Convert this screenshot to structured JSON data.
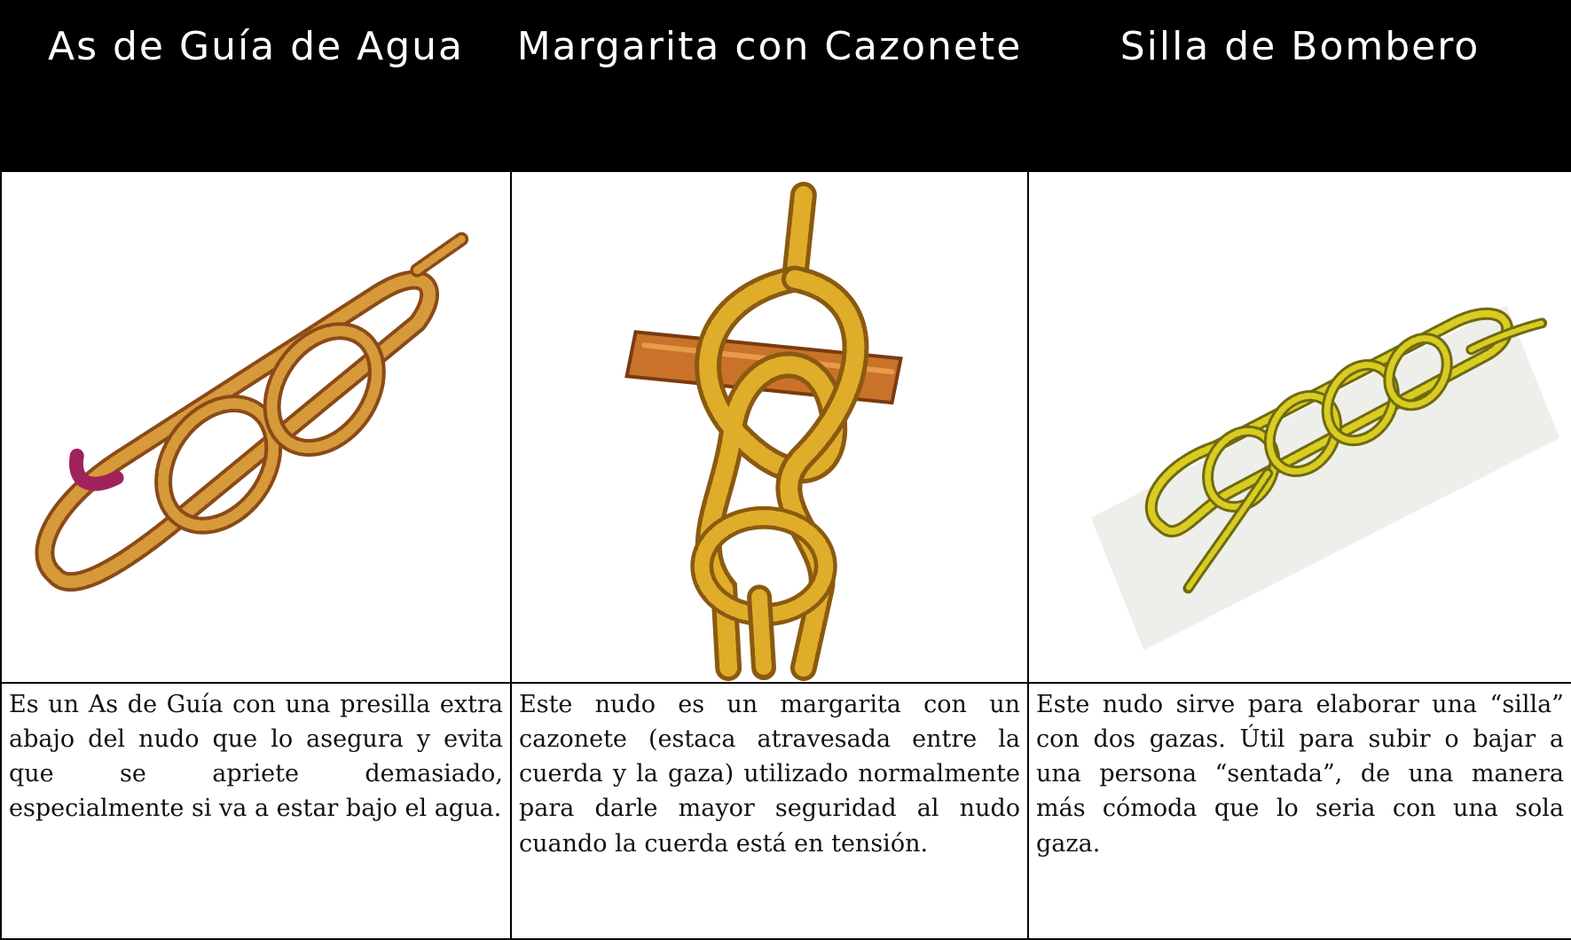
{
  "columns": [
    {
      "title": "As de Guía de Agua",
      "image": "as-de-guia-de-agua-knot-illustration",
      "description": "Es un As de Guía con una presilla extra abajo del nudo que lo asegura y evita que se apriete demasiado, especialmente si va a estar bajo el agua."
    },
    {
      "title": "Margarita con Cazonete",
      "image": "margarita-con-cazonete-knot-illustration",
      "description": "Este nudo es un margarita con un cazonete (estaca atravesada entre la cuerda y la gaza) utilizado normalmente para darle mayor seguridad al nudo cuando la cuerda está en tensión."
    },
    {
      "title": "Silla de Bombero",
      "image": "silla-de-bombero-knot-illustration",
      "description": "Este nudo sirve para elaborar una “silla” con dos gazas. Útil para subir o bajar a una persona “sentada”, de una manera más cómoda que lo seria con una sola gaza."
    }
  ],
  "colors": {
    "header_bg": "#000000",
    "header_text": "#ffffff",
    "rope_orange": "#c8862a",
    "rope_yellow": "#d9c11a",
    "stick_brown": "#b5651d"
  }
}
